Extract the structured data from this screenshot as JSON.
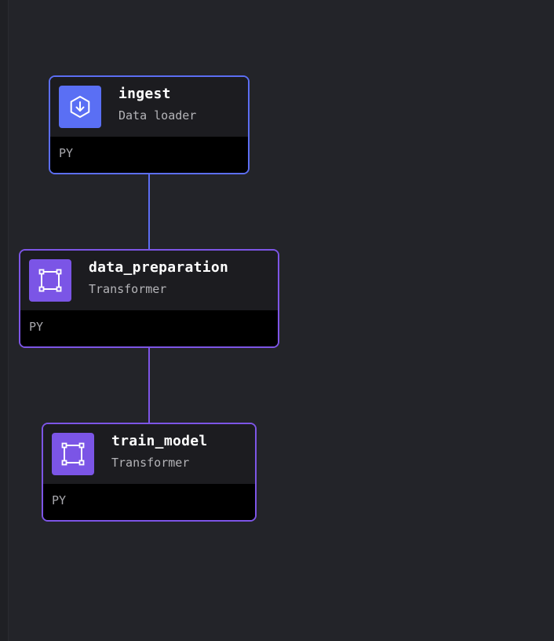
{
  "colors": {
    "canvas_bg": "#232429",
    "data_loader_accent": "#5c6ef2",
    "transformer_accent": "#7d55e6",
    "block_header_bg": "#1c1c20",
    "block_footer_bg": "#000000"
  },
  "pipeline": {
    "blocks": [
      {
        "name": "ingest",
        "type": "Data loader",
        "language": "PY",
        "icon": "download-icon"
      },
      {
        "name": "data_preparation",
        "type": "Transformer",
        "language": "PY",
        "icon": "transform-square-icon"
      },
      {
        "name": "train_model",
        "type": "Transformer",
        "language": "PY",
        "icon": "transform-square-icon"
      }
    ],
    "edges": [
      {
        "from": "ingest",
        "to": "data_preparation"
      },
      {
        "from": "data_preparation",
        "to": "train_model"
      }
    ]
  }
}
